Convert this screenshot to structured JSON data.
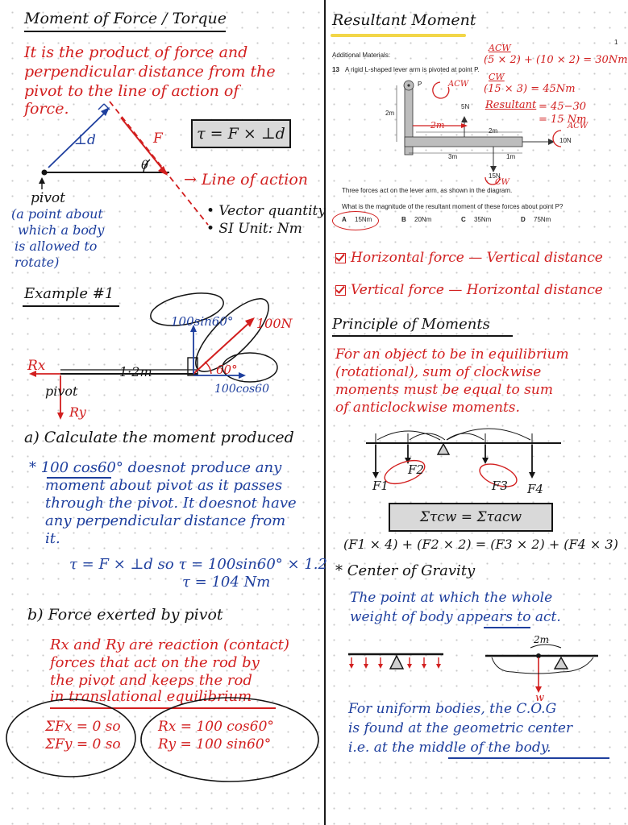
{
  "left": {
    "title": "Moment of Force / Torque",
    "definition": [
      "It is the product of force and",
      "perpendicular distance from the",
      "pivot to the line of action of",
      "force."
    ],
    "diagram": {
      "perp": "⊥d",
      "force": "F",
      "angle": "θ",
      "pivot": "pivot",
      "line_of_action": "→ Line of action"
    },
    "formula": "τ = F × ⊥d",
    "props": [
      "• Vector quantity",
      "• SI Unit: Nm"
    ],
    "pivot_note": [
      "(a point about",
      "which a body",
      "is allowed to",
      "rotate)"
    ],
    "example_title": "Example #1",
    "example_diagram": {
      "vertical_comp": "100sin60°",
      "force": "100N",
      "angle": "60°",
      "horizontal_comp": "100cos60",
      "rx": "Rx",
      "ry": "Ry",
      "length": "1·2m",
      "pivot": "pivot"
    },
    "part_a": "a) Calculate the moment produced",
    "part_a_notes": [
      "* 100 cos60° doesnot produce any",
      "moment about pivot as it passes",
      "through the pivot. It doesnot have",
      "any perpendicular distance from",
      "it."
    ],
    "part_a_calc": [
      "τ = F × ⊥d   so   τ = 100sin60° × 1.2",
      "τ = 104 Nm"
    ],
    "part_b": "b) Force exerted by pivot",
    "part_b_notes": [
      "Rx and Ry are reaction (contact)",
      "forces that act on the rod by",
      "the pivot and keeps the rod",
      "in translational equilibrium"
    ],
    "eq_left": [
      "ΣFx = 0   so",
      "ΣFy = 0   so"
    ],
    "eq_right": [
      "Rx = 100 cos60°",
      "Ry = 100 sin60°"
    ]
  },
  "right": {
    "title": "Resultant Moment",
    "problem": {
      "page_num": "1",
      "header": "Additional Materials:",
      "qnum": "13",
      "question": "A rigid L-shaped lever arm is pivoted at point P.",
      "point": "P",
      "force_5": "5N",
      "force_10": "10N",
      "force_15": "15N",
      "dim_2m_vert": "2m",
      "dim_2m_horiz": "2m",
      "dim_3m": "3m",
      "dim_1m": "1m",
      "body": "Three forces act on the lever arm, as shown in the diagram.",
      "ask": "What is the magnitude of the resultant moment of these forces about point P?",
      "options": [
        {
          "letter": "A",
          "value": "15Nm"
        },
        {
          "letter": "B",
          "value": "20Nm"
        },
        {
          "letter": "C",
          "value": "35Nm"
        },
        {
          "letter": "D",
          "value": "75Nm"
        }
      ]
    },
    "notes": {
      "acw_label": "ACW",
      "acw_calc": "(5 × 2) + (10 × 2) = 30Nm",
      "cw_label": "CW",
      "cw_calc": "(15 × 3) = 45Nm",
      "resultant_label": "Resultant",
      "resultant_calc": [
        "= 45−30",
        "= 15 Nm"
      ],
      "acw_small": "ACW",
      "cw_small": "CW",
      "two_m": "2m"
    },
    "checks": [
      [
        "Horizontal force",
        "—",
        "Vertical distance"
      ],
      [
        "Vertical force",
        "—",
        "Horizontal distance"
      ]
    ],
    "principle_title": "Principle of Moments",
    "principle_text": [
      "For an object to be in equilibrium",
      "(rotational), sum of clockwise",
      "moments must be equal to sum",
      "of anticlockwise moments."
    ],
    "forces": [
      "F1",
      "F2",
      "F3",
      "F4"
    ],
    "sum_formula": "Στcw = Στacw",
    "expanded": "(F1 × 4) + (F2 × 2) = (F3 × 2) + (F4 × 3)",
    "cog_title": "* Center of Gravity",
    "cog_text": [
      "The point at which the whole",
      "weight of body appears to act."
    ],
    "beam_label": "2m",
    "weight": "w",
    "uniform_text": [
      "For uniform bodies, the C.O.G",
      "is found at the geometric center",
      "i.e. at the middle of the body."
    ]
  },
  "colors": {
    "red": "#d21f1f",
    "blue": "#1e3f9e",
    "black": "#141414"
  }
}
